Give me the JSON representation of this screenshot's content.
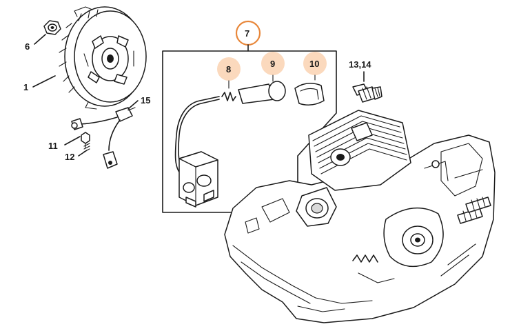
{
  "accent_color": "#e8873a",
  "highlight_fill": "#fbd9bd",
  "callouts": {
    "c1": "1",
    "c6": "6",
    "c7": "7",
    "c8": "8",
    "c9": "9",
    "c10": "10",
    "c11": "11",
    "c12": "12",
    "c13_14": "13,14",
    "c15": "15"
  },
  "parts": {
    "flywheel": "flywheel-drawing",
    "nut": "nut-drawing",
    "ignition_module": "ignition-module-drawing",
    "short_circuit_wire": "short-circuit-wire-drawing",
    "screw_ground": "screw-drawing",
    "spark_plug_spring": "spring-drawing",
    "spark_plug_boot": "boot-drawing",
    "boot_cover": "cover-drawing",
    "spark_plug": "spark-plug-drawing",
    "engine_housing": "engine-housing-drawing"
  }
}
